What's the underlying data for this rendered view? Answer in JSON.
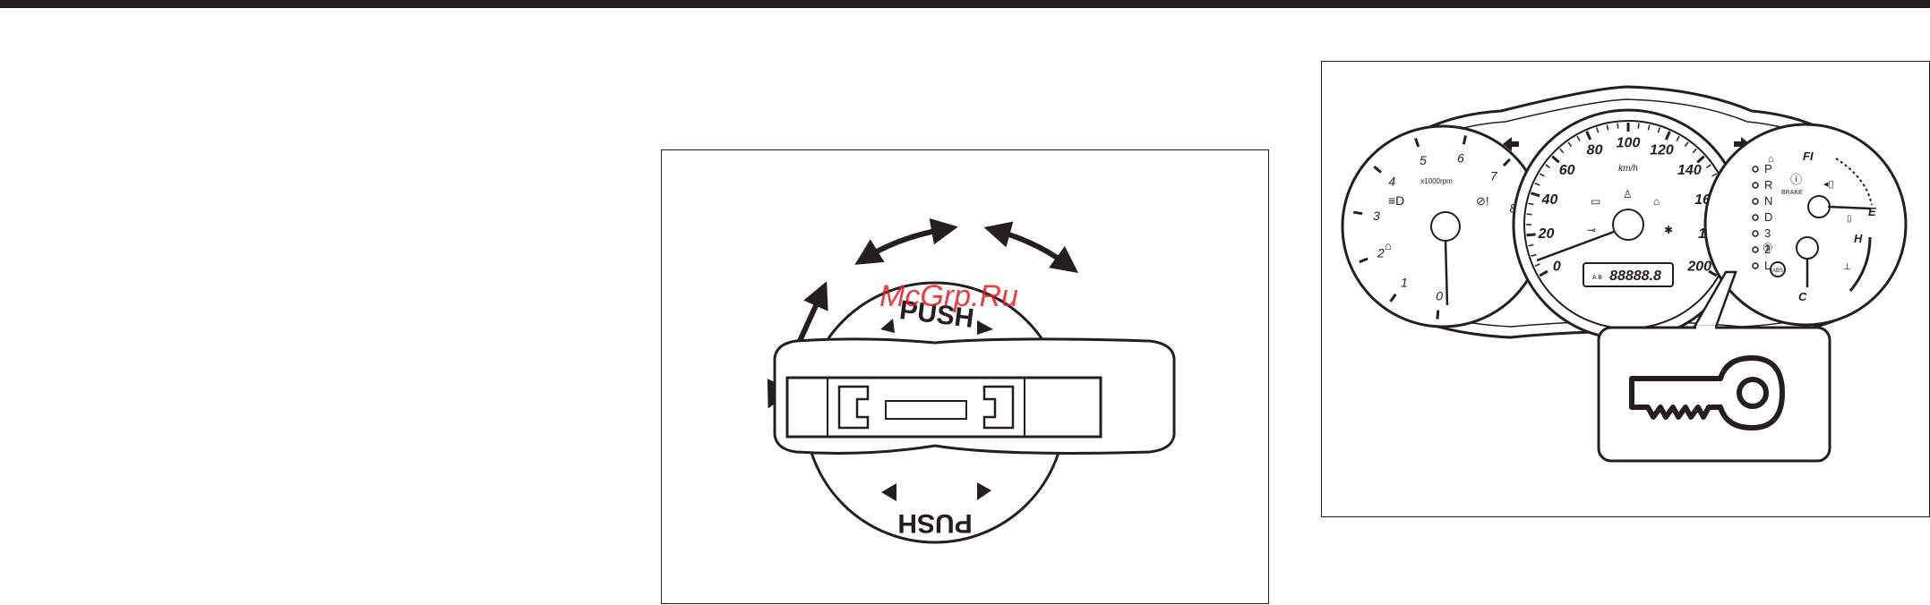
{
  "knob_figure": {
    "push_label_top": "PUSH",
    "push_label_bottom": "PUSH"
  },
  "watermark": "McGrp.Ru",
  "cluster_figure": {
    "tachometer": {
      "ticks": [
        "0",
        "1",
        "2",
        "3",
        "4",
        "5",
        "6",
        "7",
        "8"
      ],
      "unit": "x1000rpm"
    },
    "speedometer": {
      "ticks": [
        "0",
        "20",
        "40",
        "60",
        "80",
        "100",
        "120",
        "140",
        "160",
        "180",
        "200"
      ],
      "unit": "km/h",
      "odometer": "88888.8"
    },
    "gear_indicator": [
      "P",
      "R",
      "N",
      "D",
      "3",
      "2",
      "L"
    ],
    "brake_label": "BRAKE",
    "fuel_gauge": {
      "brand": "FI",
      "full": "F",
      "empty": "E"
    },
    "temp_gauge": {
      "hot": "H",
      "cold": "C"
    },
    "abs_label": "ABS"
  },
  "colors": {
    "ink": "#231f20",
    "watermark": "#e31e24"
  }
}
